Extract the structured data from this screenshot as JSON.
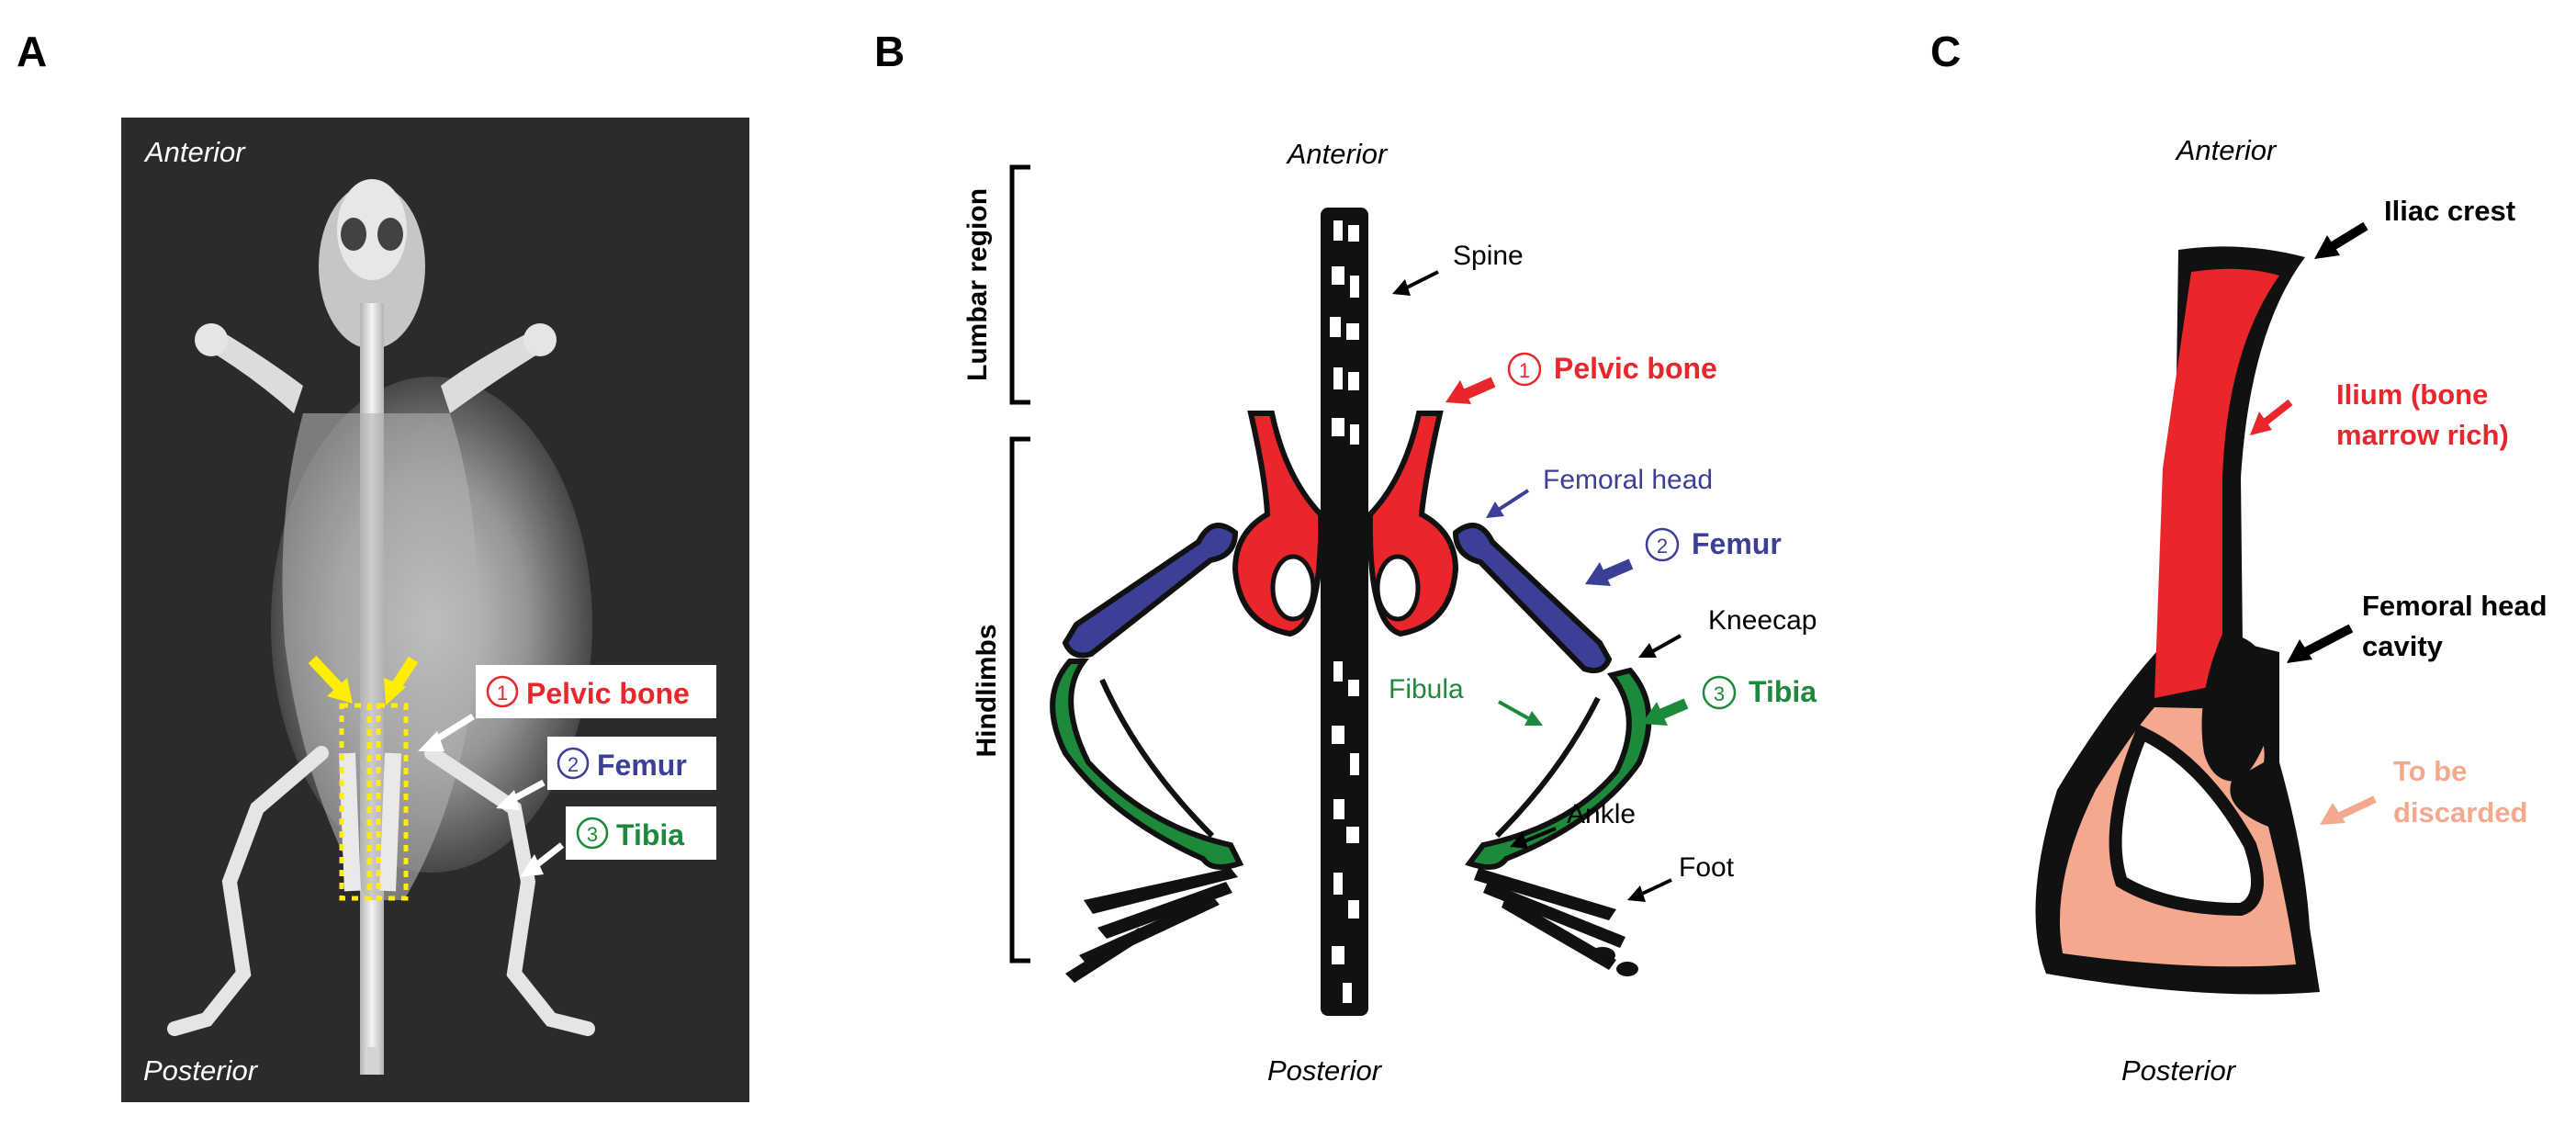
{
  "panels": {
    "a": {
      "letter": "A",
      "anterior": "Anterior",
      "posterior": "Posterior",
      "labels": {
        "pelvic": {
          "num": "1",
          "text": "Pelvic bone"
        },
        "femur": {
          "num": "2",
          "text": "Femur"
        },
        "tibia": {
          "num": "3",
          "text": "Tibia"
        }
      }
    },
    "b": {
      "letter": "B",
      "anterior": "Anterior",
      "posterior": "Posterior",
      "lumbar": "Lumbar region",
      "hindlimbs": "Hindlimbs",
      "spine": "Spine",
      "pelvic": {
        "num": "1",
        "text": "Pelvic bone"
      },
      "femoral_head": "Femoral head",
      "femur": {
        "num": "2",
        "text": "Femur"
      },
      "kneecap": "Kneecap",
      "fibula": "Fibula",
      "tibia": {
        "num": "3",
        "text": "Tibia"
      },
      "ankle": "Ankle",
      "foot": "Foot"
    },
    "c": {
      "letter": "C",
      "anterior": "Anterior",
      "posterior": "Posterior",
      "iliac_crest": "Iliac crest",
      "ilium_line1": "Ilium (bone",
      "ilium_line2": "marrow rich)",
      "femoral_cavity_line1": "Femoral head",
      "femoral_cavity_line2": "cavity",
      "discard_line1": "To be",
      "discard_line2": "discarded"
    }
  },
  "colors": {
    "pelvic_red": "#e8262b",
    "femur_blue": "#3b3f96",
    "tibia_green": "#1c8a3a",
    "discard_pink": "#f4a98f",
    "xray_bg": "#2c2b29",
    "arrow_yellow": "#ffee00"
  }
}
